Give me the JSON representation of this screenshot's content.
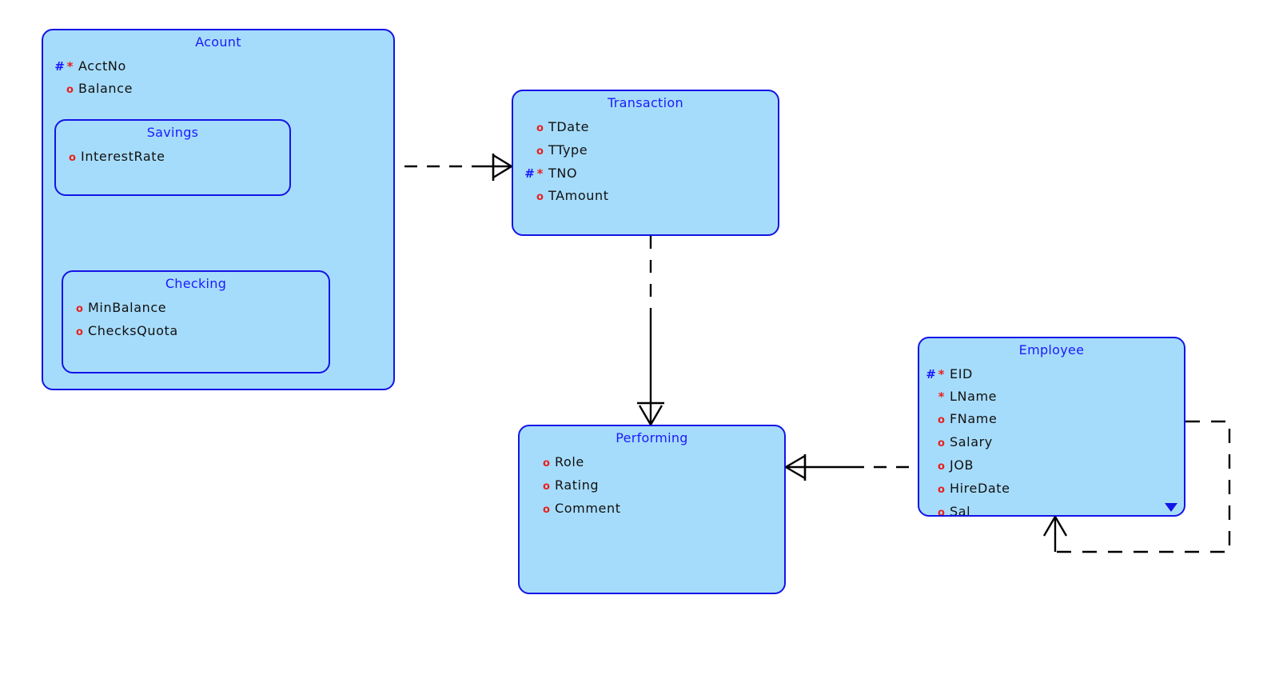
{
  "diagram": {
    "type": "entity-relationship-diagram",
    "background_color": "#ffffff",
    "entity_fill": "#a6dcfb",
    "entity_border": "#1414e6",
    "title_color": "#1a1aff",
    "marker_colors": {
      "primary_key": "#1a1aff",
      "mandatory": "#e8201c",
      "optional": "#e8201c"
    },
    "line_color": "#000000"
  },
  "entities": [
    {
      "id": "acount",
      "name": "Acount",
      "attributes": [
        {
          "marker": "#",
          "required": "*",
          "name": "AcctNo"
        },
        {
          "marker": "o",
          "required": "",
          "name": "Balance"
        }
      ]
    },
    {
      "id": "savings",
      "name": "Savings",
      "attributes": [
        {
          "marker": "o",
          "required": "",
          "name": "InterestRate"
        }
      ]
    },
    {
      "id": "checking",
      "name": "Checking",
      "attributes": [
        {
          "marker": "o",
          "required": "",
          "name": "MinBalance"
        },
        {
          "marker": "o",
          "required": "",
          "name": "ChecksQuota"
        }
      ]
    },
    {
      "id": "transaction",
      "name": "Transaction",
      "attributes": [
        {
          "marker": "o",
          "required": "",
          "name": "TDate"
        },
        {
          "marker": "o",
          "required": "",
          "name": "TType"
        },
        {
          "marker": "#",
          "required": "*",
          "name": "TNO"
        },
        {
          "marker": "o",
          "required": "",
          "name": "TAmount"
        }
      ]
    },
    {
      "id": "performing",
      "name": "Performing",
      "attributes": [
        {
          "marker": "o",
          "required": "",
          "name": "Role"
        },
        {
          "marker": "o",
          "required": "",
          "name": "Rating"
        },
        {
          "marker": "o",
          "required": "",
          "name": "Comment"
        }
      ]
    },
    {
      "id": "employee",
      "name": "Employee",
      "attributes": [
        {
          "marker": "#",
          "required": "*",
          "name": "EID"
        },
        {
          "marker": "",
          "required": "*",
          "name": "LName"
        },
        {
          "marker": "o",
          "required": "",
          "name": "FName"
        },
        {
          "marker": "o",
          "required": "",
          "name": "Salary"
        },
        {
          "marker": "o",
          "required": "",
          "name": "JOB"
        },
        {
          "marker": "o",
          "required": "",
          "name": "HireDate"
        },
        {
          "marker": "o",
          "required": "",
          "name": "Sal"
        }
      ],
      "overflow_indicator": "scroll-down-triangle"
    }
  ],
  "relationships": [
    {
      "id": "acount-transaction",
      "from": "acount",
      "to": "transaction",
      "from_style": "dashed-optional",
      "to_style": "crows-foot-mandatory"
    },
    {
      "id": "savings-checking",
      "from": "savings",
      "to": "checking",
      "from_style": "crows-foot",
      "to_style": "line"
    },
    {
      "id": "transaction-performing",
      "from": "transaction",
      "to": "performing",
      "from_style": "dashed-optional",
      "to_style": "crows-foot-mandatory"
    },
    {
      "id": "performing-employee",
      "from": "performing",
      "to": "employee",
      "from_style": "crows-foot-mandatory",
      "to_style": "dashed-optional"
    },
    {
      "id": "employee-employee",
      "from": "employee",
      "to": "employee",
      "from_style": "dashed-optional",
      "to_style": "crows-foot",
      "note": "self-referencing recursive relationship"
    }
  ]
}
